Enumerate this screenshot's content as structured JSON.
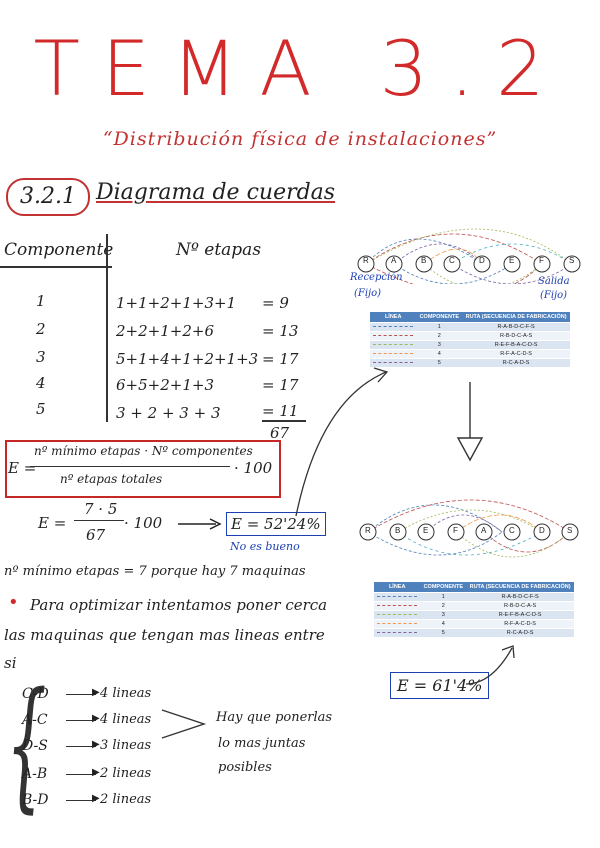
{
  "title": "TEMA 3.2",
  "subtitle": "“Distribución física de instalaciones”",
  "section": {
    "number": "3.2.1",
    "title": "Diagrama de cuerdas"
  },
  "table": {
    "col1": "Componente",
    "col2": "Nº etapas",
    "rows": [
      {
        "comp": "1",
        "expr": "1+1+2+1+3+1",
        "result": "= 9"
      },
      {
        "comp": "2",
        "expr": "2+2+1+2+6",
        "result": "= 13"
      },
      {
        "comp": "3",
        "expr": "5+1+4+1+2+1+3",
        "result": "= 17"
      },
      {
        "comp": "4",
        "expr": "6+5+2+1+3",
        "result": "= 17"
      },
      {
        "comp": "5",
        "expr": "3 + 2 + 3 + 3",
        "result": "= 11"
      }
    ],
    "total": "67"
  },
  "formula": {
    "lhs": "E =",
    "numerator": "nº mínimo etapas · Nº componentes",
    "denominator": "nº etapas totales",
    "factor": "· 100"
  },
  "calc": {
    "lhs": "E =",
    "numerator": "7 · 5",
    "denominator": "67",
    "factor": "· 100",
    "result": "E = 52'24%",
    "verdict": "No es bueno"
  },
  "note_min": "nº mínimo etapas = 7  porque hay 7 maquinas",
  "bullet_text_1": "Para optimizar intentamos poner cerca",
  "bullet_text_2": "las maquinas que tengan mas lineas entre",
  "bullet_text_3": "si",
  "pairs": [
    {
      "pair": "C-D",
      "lines": "4 lineas"
    },
    {
      "pair": "A-C",
      "lines": "4 lineas"
    },
    {
      "pair": "D-S",
      "lines": "3 lineas"
    },
    {
      "pair": "A-B",
      "lines": "2 lineas"
    },
    {
      "pair": "B-D",
      "lines": "2 lineas"
    }
  ],
  "pairs_note": [
    "Hay que ponerlas",
    "lo mas juntas",
    "posibles"
  ],
  "diagram1": {
    "nodes": [
      "R",
      "A",
      "B",
      "C",
      "D",
      "E",
      "F",
      "S"
    ],
    "label_left": "Recepción",
    "label_left_fixed": "(Fijo)",
    "label_right": "Salida",
    "label_right_fixed": "(Fijo)",
    "table_headers": [
      "LÍNEA",
      "COMPONENTE",
      "RUTA (SECUENCIA DE FABRICACIÓN)"
    ],
    "table_rows": [
      {
        "comp": "1",
        "route": "R-A-B-D-C-F-S"
      },
      {
        "comp": "2",
        "route": "R-B-D-C-A-S"
      },
      {
        "comp": "3",
        "route": "R-E-F-B-A-C-D-S"
      },
      {
        "comp": "4",
        "route": "R-F-A-C-D-S"
      },
      {
        "comp": "5",
        "route": "R-C-A-D-S"
      }
    ]
  },
  "diagram2": {
    "nodes": [
      "R",
      "B",
      "E",
      "F",
      "A",
      "C",
      "D",
      "S"
    ],
    "table_headers": [
      "LÍNEA",
      "COMPONENTE",
      "RUTA (SECUENCIA DE FABRICACIÓN)"
    ],
    "table_rows": [
      {
        "comp": "1",
        "route": "R-A-B-D-C-F-S"
      },
      {
        "comp": "2",
        "route": "R-B-D-C-A-S"
      },
      {
        "comp": "3",
        "route": "R-E-F-B-A-C-D-S"
      },
      {
        "comp": "4",
        "route": "R-F-A-C-D-S"
      },
      {
        "comp": "5",
        "route": "R-C-A-D-S"
      }
    ]
  },
  "result2": "E = 61'4%",
  "colors": {
    "red": "#d22a2a",
    "blue": "#1c3fb2",
    "table_header": "#4f81bd"
  }
}
